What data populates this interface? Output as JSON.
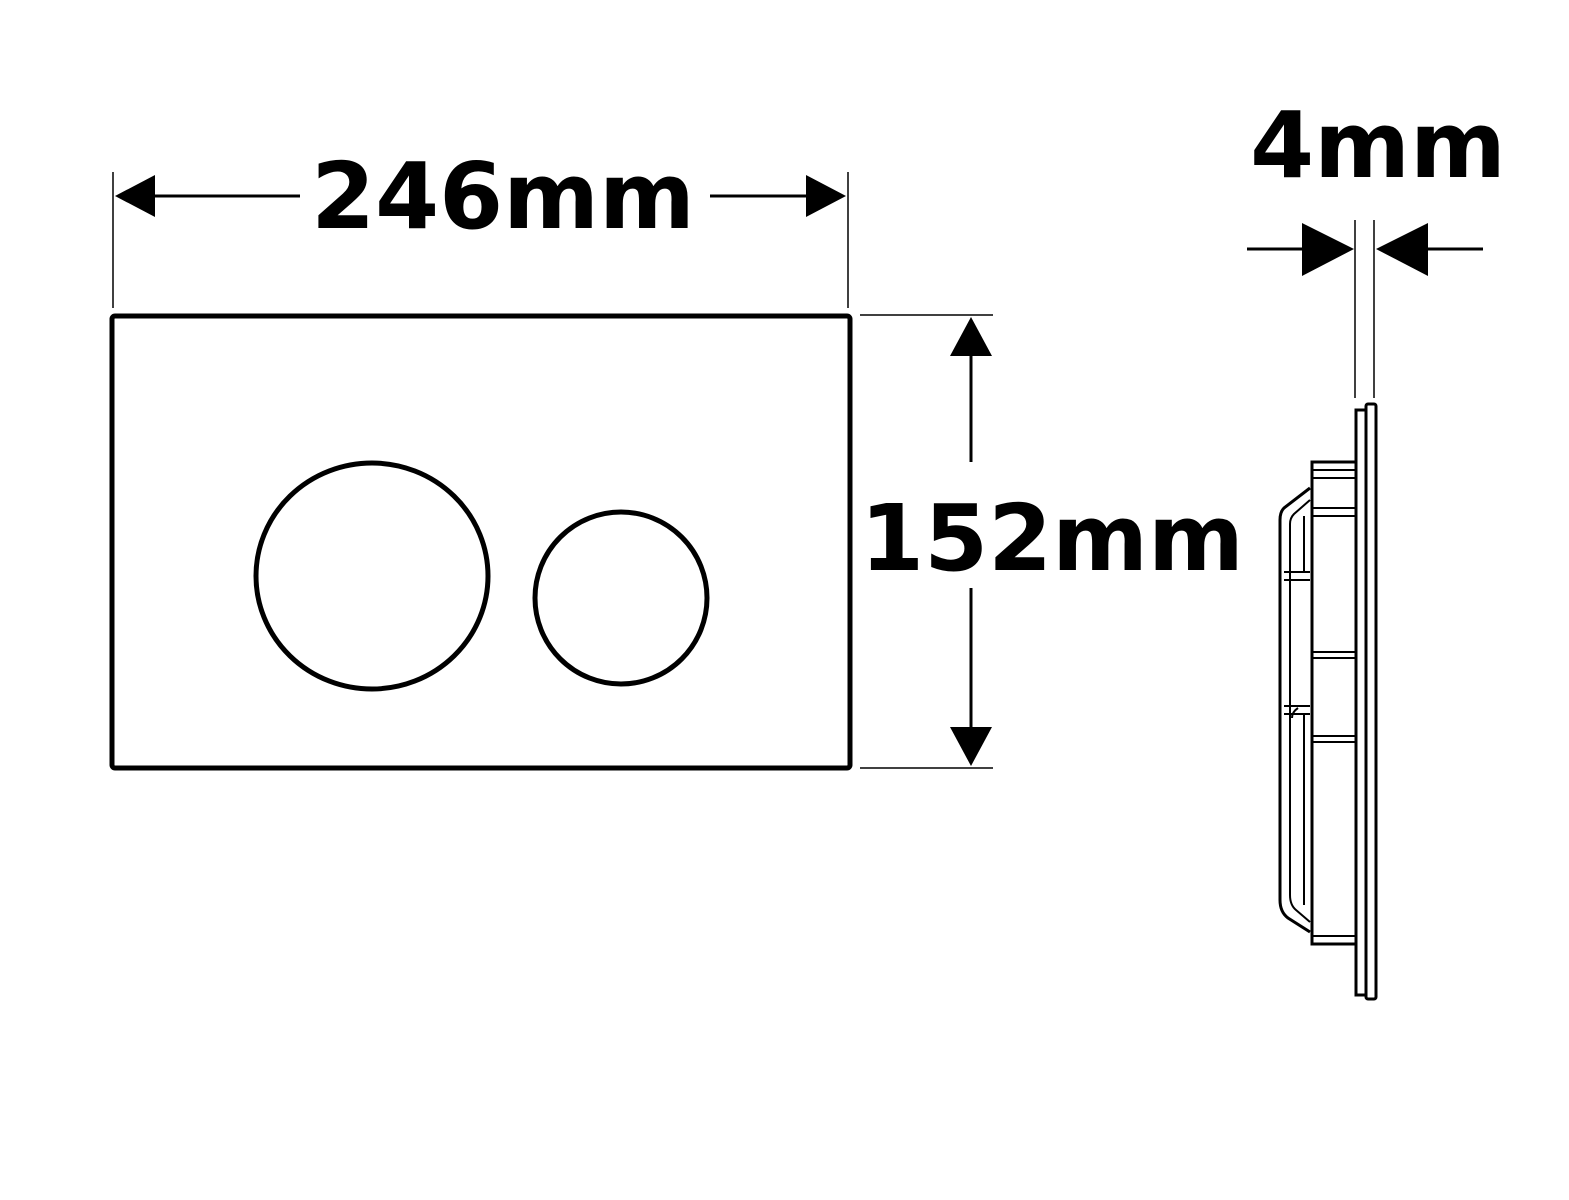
{
  "dimensions": {
    "width_label": "246mm",
    "height_label": "152mm",
    "depth_label": "4mm"
  },
  "colors": {
    "line": "#000000",
    "background": "#ffffff"
  }
}
